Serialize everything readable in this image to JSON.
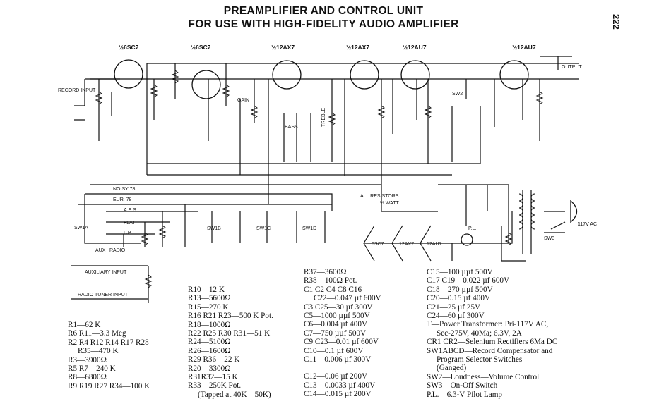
{
  "title_line1": "PREAMPLIFIER AND CONTROL UNIT",
  "title_line2": "FOR USE WITH HIGH-FIDELITY AUDIO AMPLIFIER",
  "page_number": "222",
  "tubes": {
    "v1": "½6SC7",
    "v2": "½6SC7",
    "v3": "½12AX7",
    "v4": "½12AX7",
    "v5": "½12AU7",
    "v6": "½12AU7"
  },
  "labels": {
    "record_input": "RECORD INPUT",
    "output": "OUTPUT",
    "gain": "GAIN",
    "bass": "BASS",
    "treble": "TREBLE",
    "all_resistors": "ALL RESISTORS",
    "half_watt": "½ WATT",
    "ac": "117V AC",
    "noisy": "NOISY 78",
    "eur": "EUR. 78",
    "aes": "A.E.S.",
    "flat": "FLAT",
    "lp": "L.P.",
    "aux": "AUX",
    "radio": "RADIO",
    "aux_input": "AUXILIARY INPUT",
    "radio_input": "RADIO TUNER INPUT",
    "pl": "P.L.",
    "sw1a": "SW1A",
    "sw1b": "SW1B",
    "sw1c": "SW1C",
    "sw1d": "SW1D",
    "sw2": "SW2",
    "sw3": "SW3",
    "heater_6sc7": "6SC7",
    "heater_12ax7": "12AX7",
    "heater_12au7": "12AU7"
  },
  "parts_col1": [
    "R1—62 K",
    "R6 R11—3.3 Meg",
    "R2 R4 R12 R14 R17 R28",
    "R35—470 K",
    "R3—3900Ω",
    "R5 R7—240 K",
    "R8—6800Ω",
    "R9 R19 R27 R34—100 K"
  ],
  "parts_col2": [
    "R10—12 K",
    "R13—5600Ω",
    "R15—270 K",
    "R16 R21 R23—500 K Pot.",
    "R18—1000Ω",
    "R22 R25 R30 R31—51 K",
    "R24—5100Ω",
    "R26—1600Ω",
    "R29 R36—22 K",
    "R20—3300Ω",
    "R31R32—15 K",
    "R33—250K Pot.",
    "(Tapped at 40K—50K)"
  ],
  "parts_col3": [
    "R37—3600Ω",
    "R38—100Ω Pot.",
    "C1 C2 C4 C8 C16",
    "C22—0.047 µf 600V",
    "C3 C25—30 µf 300V",
    "C5—1000 µµf 500V",
    "C6—0.004 µf 400V",
    "C7—750 µµf 500V",
    "C9 C23—0.01 µf 600V",
    "C10—0.1 µf 600V",
    "C11—0.006 µf 300V",
    "C12—0.06 µf 200V",
    "C13—0.0033 µf 400V",
    "C14—0.015 µf 200V"
  ],
  "parts_col4": [
    "C15—100 µµf 500V",
    "C17 C19—0.022 µf 600V",
    "C18—270 µµf 500V",
    "C20—0.15 µf 400V",
    "C21—25 µf 25V",
    "C24—60 µf 300V",
    "T—Power Transformer: Pri-117V AC,",
    "Sec-275V, 40Ma; 6.3V, 2A",
    "CR1 CR2—Selenium Rectifiers 6Ma DC",
    "SW1ABCD—Record Compensator and",
    "Program Selector Switches",
    "(Ganged)",
    "SW2—Loudness—Volume Control",
    "SW3—On-Off Switch",
    "P.L.—6.3-V Pilot Lamp"
  ]
}
